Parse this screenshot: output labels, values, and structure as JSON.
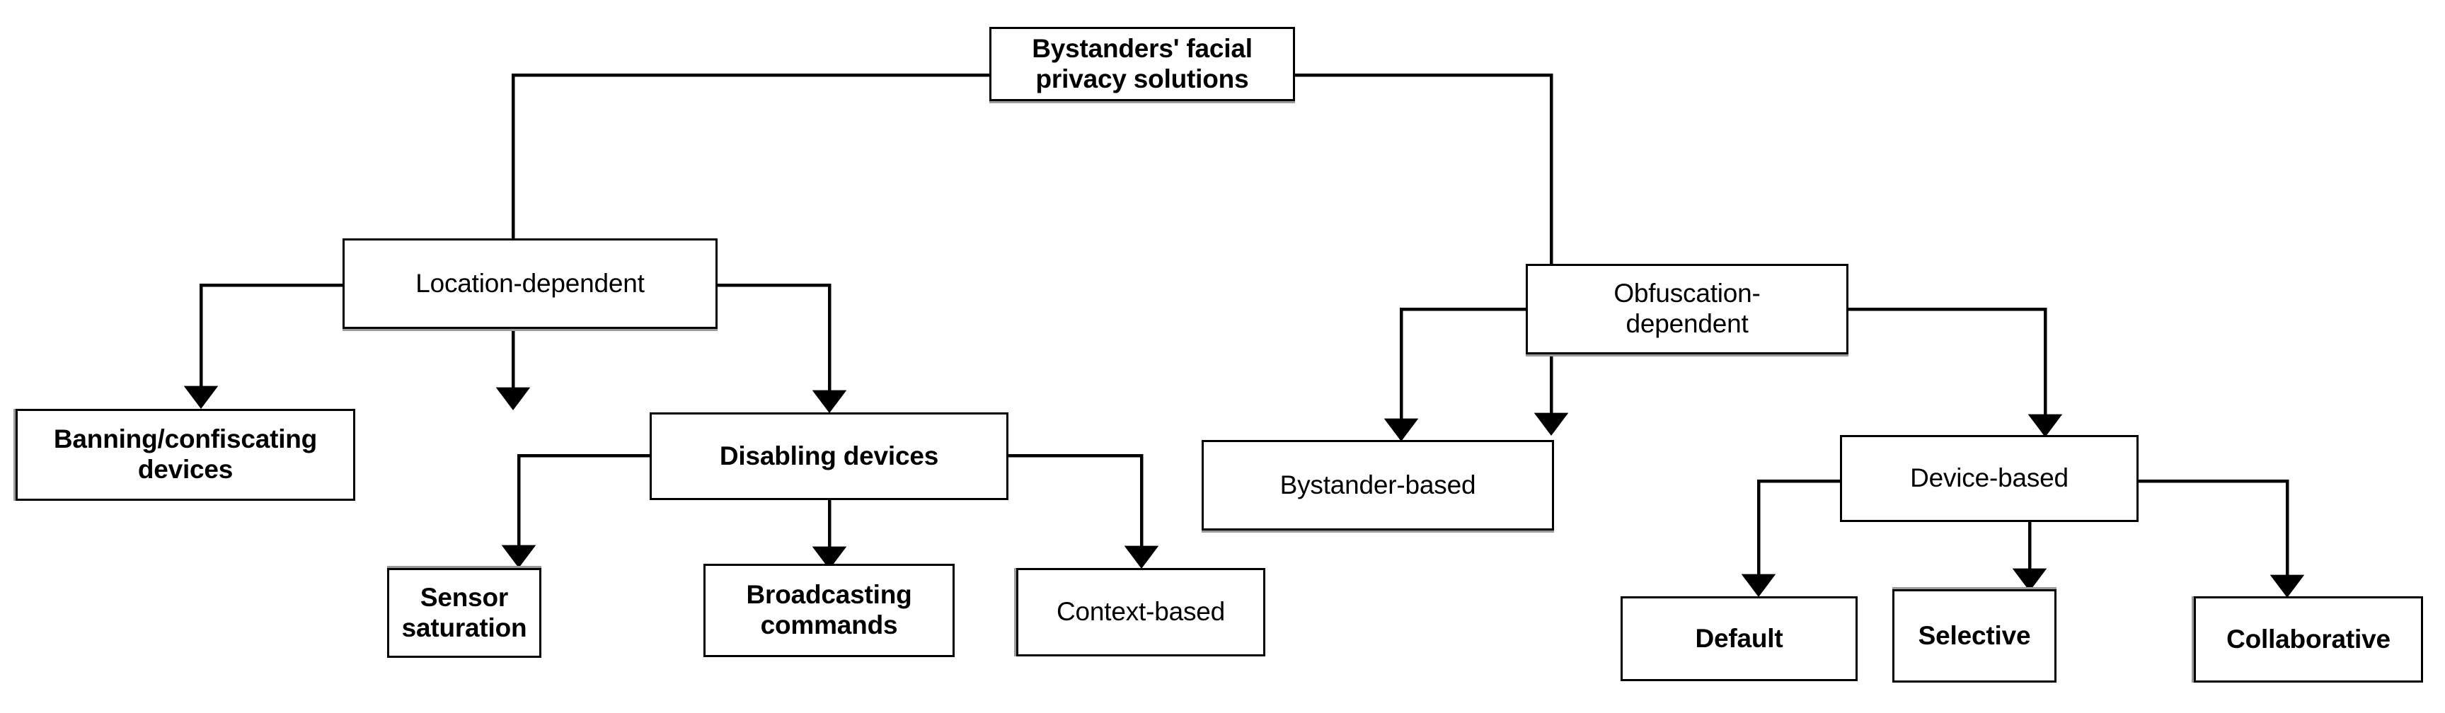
{
  "diagram": {
    "type": "tree",
    "orientation": "top-down",
    "title": "Bystanders' facial privacy solutions",
    "colors": {
      "background": "#ffffff",
      "box_border": "#000000",
      "box_fill": "#ffffff",
      "text": "#000000",
      "connector": "#000000",
      "shadow": "#9b9b9b"
    },
    "nodes": {
      "root": {
        "label": "Bystanders' facial\nprivacy solutions",
        "level": 0
      },
      "location_dependent": {
        "label": "Location-dependent",
        "level": 1
      },
      "obfuscation_dependent": {
        "label": "Obfuscation-\ndependent",
        "level": 1
      },
      "banning_confiscating": {
        "label": "Banning/confiscating\ndevices",
        "level": 2
      },
      "disabling_devices": {
        "label": "Disabling devices",
        "level": 2
      },
      "bystander_based": {
        "label": "Bystander-based",
        "level": 2
      },
      "device_based": {
        "label": "Device-based",
        "level": 2
      },
      "sensor_saturation": {
        "label": "Sensor\nsaturation",
        "level": 3
      },
      "broadcasting_commands": {
        "label": "Broadcasting\ncommands",
        "level": 3
      },
      "context_based": {
        "label": "Context-based",
        "level": 3
      },
      "default_node": {
        "label": "Default",
        "level": 3
      },
      "selective": {
        "label": "Selective",
        "level": 3
      },
      "collaborative": {
        "label": "Collaborative",
        "level": 3
      }
    },
    "edges": [
      {
        "from": "root",
        "to": "location_dependent"
      },
      {
        "from": "root",
        "to": "obfuscation_dependent"
      },
      {
        "from": "location_dependent",
        "to": "banning_confiscating"
      },
      {
        "from": "location_dependent",
        "to": "disabling_devices"
      },
      {
        "from": "obfuscation_dependent",
        "to": "bystander_based"
      },
      {
        "from": "obfuscation_dependent",
        "to": "device_based"
      },
      {
        "from": "disabling_devices",
        "to": "sensor_saturation"
      },
      {
        "from": "disabling_devices",
        "to": "broadcasting_commands"
      },
      {
        "from": "disabling_devices",
        "to": "context_based"
      },
      {
        "from": "device_based",
        "to": "default_node"
      },
      {
        "from": "device_based",
        "to": "selective"
      },
      {
        "from": "device_based",
        "to": "collaborative"
      }
    ]
  }
}
